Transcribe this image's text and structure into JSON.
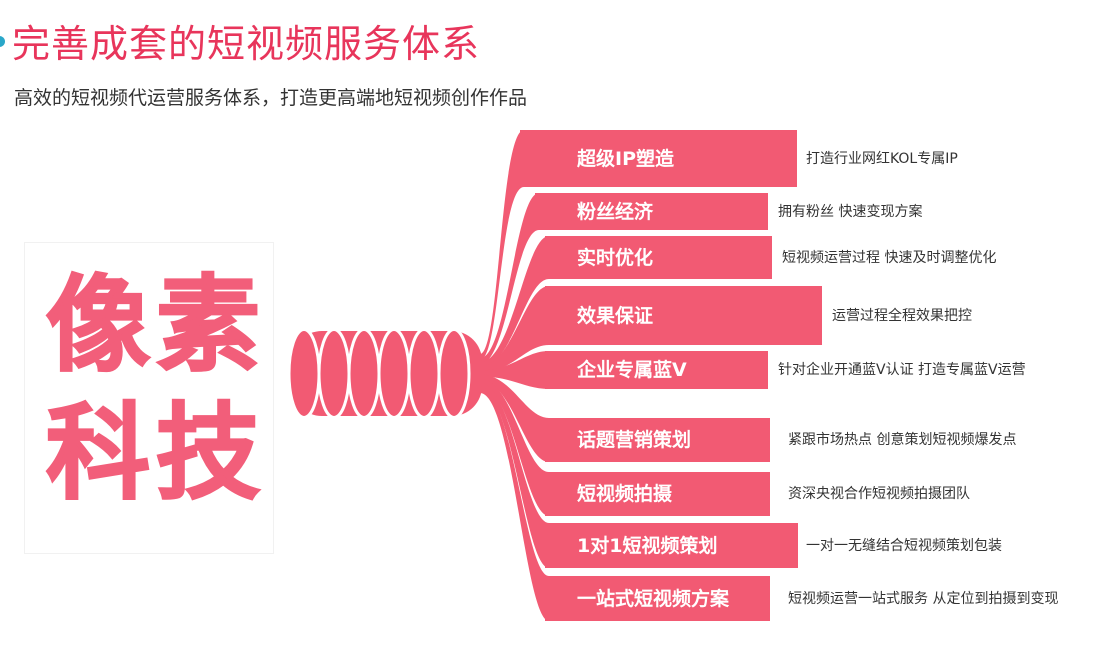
{
  "header": {
    "title": "完善成套的短视频服务体系",
    "subtitle": "高效的短视频代运营服务体系，打造更高端地短视频创作作品"
  },
  "logo": {
    "chars": [
      "像",
      "素",
      "科",
      "技"
    ],
    "color": "#f25e7a"
  },
  "colors": {
    "accent": "#e8355b",
    "branch": "#f25a73"
  },
  "services": [
    {
      "name": "超级IP塑造",
      "desc": "打造行业网红KOL专属IP"
    },
    {
      "name": "粉丝经济",
      "desc": "拥有粉丝 快速变现方案"
    },
    {
      "name": "实时优化",
      "desc": "短视频运营过程 快速及时调整优化"
    },
    {
      "name": "效果保证",
      "desc": "运营过程全程效果把控"
    },
    {
      "name": "企业专属蓝V",
      "desc": "针对企业开通蓝V认证 打造专属蓝V运营"
    },
    {
      "name": "话题营销策划",
      "desc": "紧跟市场热点 创意策划短视频爆发点"
    },
    {
      "name": "短视频拍摄",
      "desc": "资深央视合作短视频拍摄团队"
    },
    {
      "name": "1对1短视频策划",
      "desc": "一对一无缝结合短视频策划包装"
    },
    {
      "name": "一站式短视频方案",
      "desc": "短视频运营一站式服务 从定位到拍摄到变现"
    }
  ]
}
